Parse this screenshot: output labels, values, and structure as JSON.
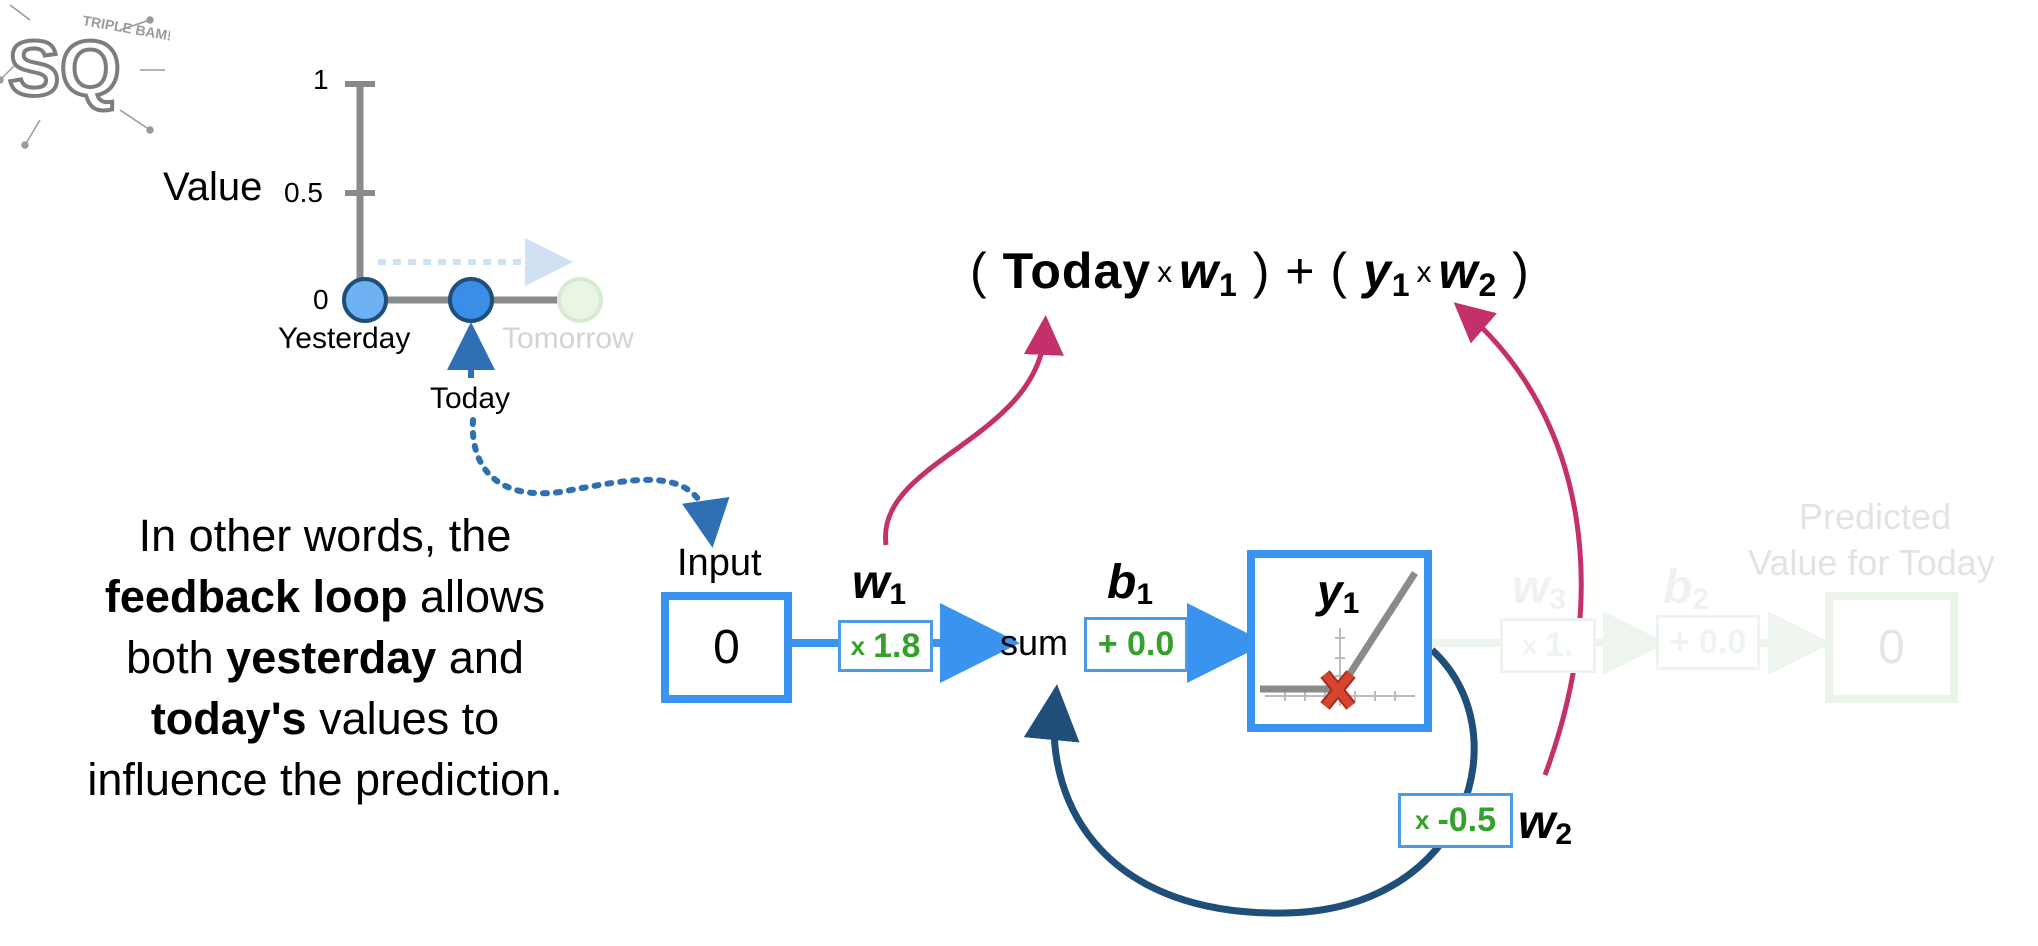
{
  "logo": {
    "initials": "SQ",
    "tagline": "TRIPLE BAM!!"
  },
  "chart": {
    "y_label": "Value",
    "y_ticks": [
      "1",
      "0.5",
      "0"
    ],
    "points": {
      "yesterday": "Yesterday",
      "today": "Today",
      "tomorrow": "Tomorrow"
    }
  },
  "chart_data": {
    "type": "scatter",
    "categories": [
      "Yesterday",
      "Today",
      "Tomorrow"
    ],
    "values": [
      0,
      0,
      0
    ],
    "ylabel": "Value",
    "ylim": [
      0,
      1
    ],
    "yticks": [
      0,
      0.5,
      1
    ]
  },
  "formula": {
    "open1": "(",
    "today": "Today",
    "times": "x",
    "w1": "w",
    "w1_sub": "1",
    "close1": ")",
    "plus": "+",
    "open2": "(",
    "y1": "y",
    "y1_sub": "1",
    "w2": "w",
    "w2_sub": "2",
    "close2": ")"
  },
  "explanation": {
    "part1": "In other words, the ",
    "bold1": "feedback loop",
    "part2": " allows both ",
    "bold2": "yesterday",
    "part3": " and ",
    "bold3": "today's",
    "part4": " values to influence the prediction."
  },
  "network": {
    "input_label": "Input",
    "input_value": "0",
    "w1": {
      "name": "w",
      "sub": "1",
      "op": "x",
      "value": "1.8"
    },
    "sum_label": "sum",
    "b1": {
      "name": "b",
      "sub": "1",
      "value": "+ 0.0"
    },
    "y1": {
      "name": "y",
      "sub": "1"
    },
    "w2": {
      "name": "w",
      "sub": "2",
      "op": "x",
      "value": "-0.5"
    },
    "w3": {
      "name": "w",
      "sub": "3",
      "op": "x",
      "value": "1."
    },
    "b2": {
      "name": "b",
      "sub": "2",
      "value": "+ 0.0"
    },
    "output_label_line1": "Predicted",
    "output_label_line2": "Value for Today",
    "output_value": "0"
  },
  "colors": {
    "blue_box": "#3a93ee",
    "dark_blue": "#1f4e79",
    "magenta": "#c3306a",
    "green": "#35a02c",
    "red_x": "#d6452f"
  }
}
